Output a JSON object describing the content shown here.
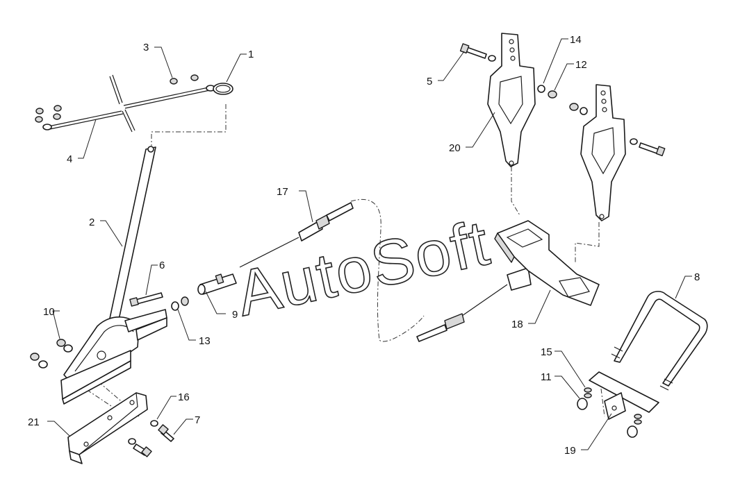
{
  "watermark": "AutoSoft",
  "callouts": [
    "1",
    "2",
    "3",
    "4",
    "5",
    "6",
    "7",
    "8",
    "9",
    "10",
    "11",
    "12",
    "13",
    "14",
    "15",
    "16",
    "17",
    "18",
    "19",
    "20",
    "21"
  ]
}
